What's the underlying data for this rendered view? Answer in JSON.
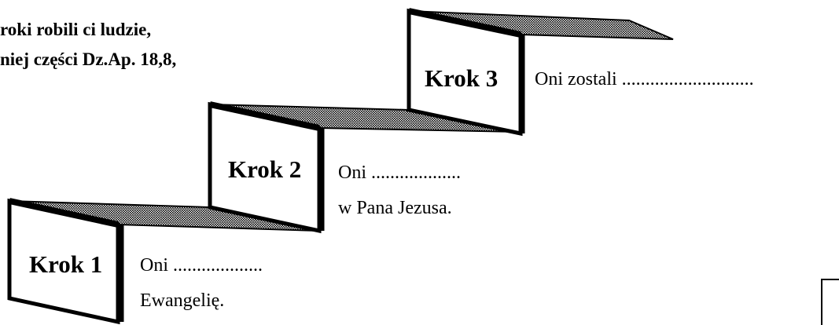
{
  "intro": {
    "line1": "roki robili ci ludzie,",
    "line2": "niej części Dz.Ap. 18,8,"
  },
  "steps": [
    {
      "label": "Krok 1",
      "line1": "Oni  ...................",
      "line2": "Ewangelię."
    },
    {
      "label": "Krok 2",
      "line1": "Oni  ...................",
      "line2": "w Pana Jezusa."
    },
    {
      "label": "Krok 3",
      "line1": "Oni zostali ............................"
    }
  ]
}
